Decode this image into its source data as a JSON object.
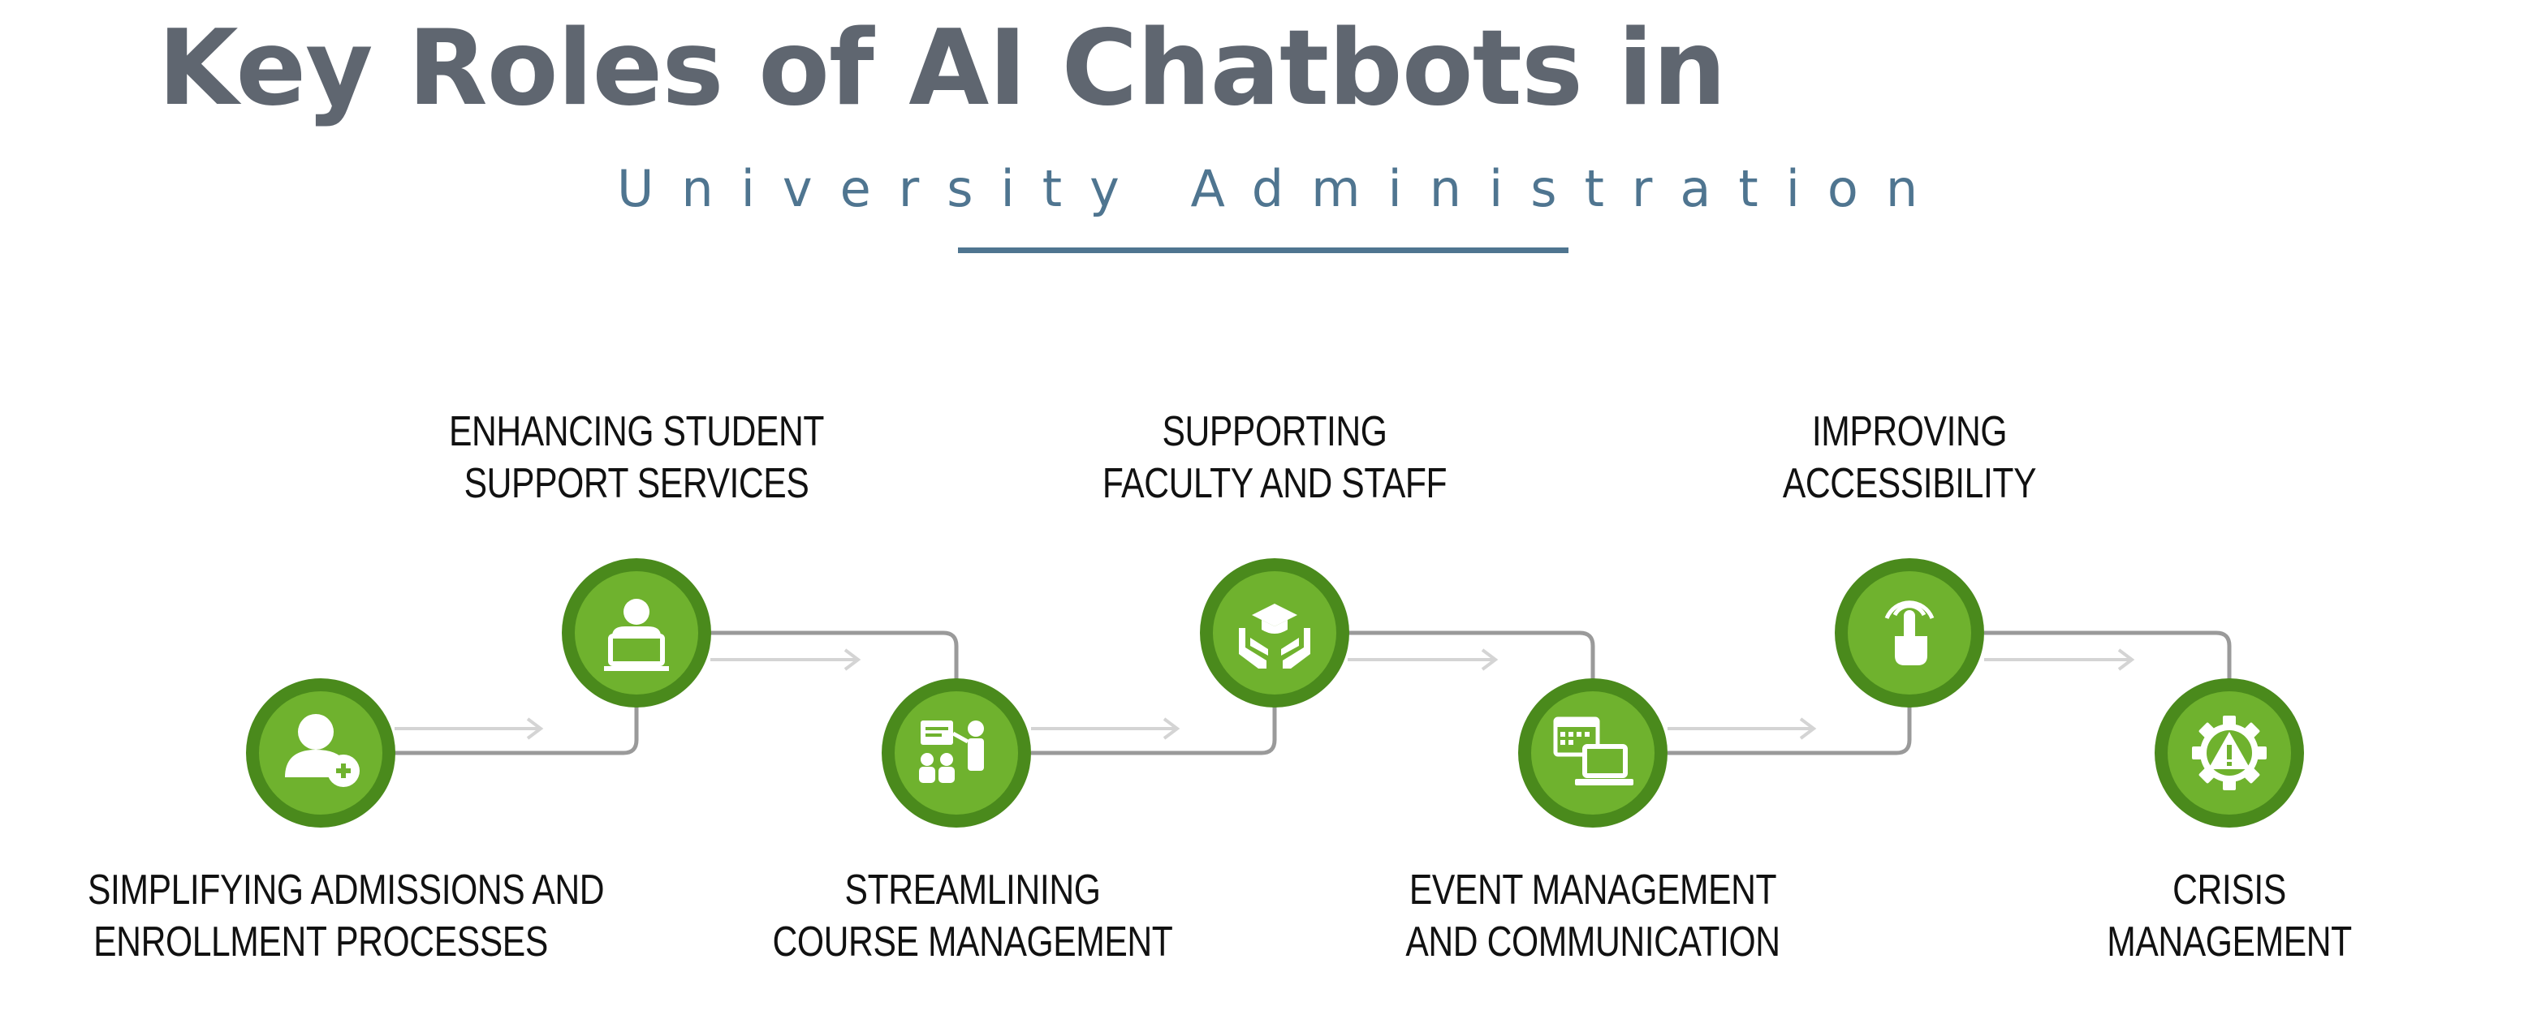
{
  "title": "Key Roles of AI Chatbots in",
  "subtitle": "University Administration",
  "colors": {
    "title": "#5f6670",
    "subtitle": "#4f7590",
    "node_outer": "#4a8a1c",
    "node_inner": "#6fb22e",
    "connector": "#9a9a9a",
    "arrow": "#d4d4d4"
  },
  "steps": [
    {
      "line1": "SIMPLIFYING ADMISSIONS AND",
      "line2": "ENROLLMENT PROCESSES",
      "icon": "user-add-icon"
    },
    {
      "line1": "ENHANCING STUDENT",
      "line2": "SUPPORT SERVICES",
      "icon": "student-laptop-icon"
    },
    {
      "line1": "STREAMLINING",
      "line2": "COURSE MANAGEMENT",
      "icon": "classroom-presentation-icon"
    },
    {
      "line1": "SUPPORTING",
      "line2": "FACULTY AND STAFF",
      "icon": "graduation-hands-icon"
    },
    {
      "line1": "EVENT MANAGEMENT",
      "line2": "AND COMMUNICATION",
      "icon": "calendar-laptop-icon"
    },
    {
      "line1": "IMPROVING",
      "line2": "ACCESSIBILITY",
      "icon": "touch-finger-icon"
    },
    {
      "line1": "CRISIS",
      "line2": "MANAGEMENT",
      "icon": "gear-warning-icon"
    }
  ]
}
